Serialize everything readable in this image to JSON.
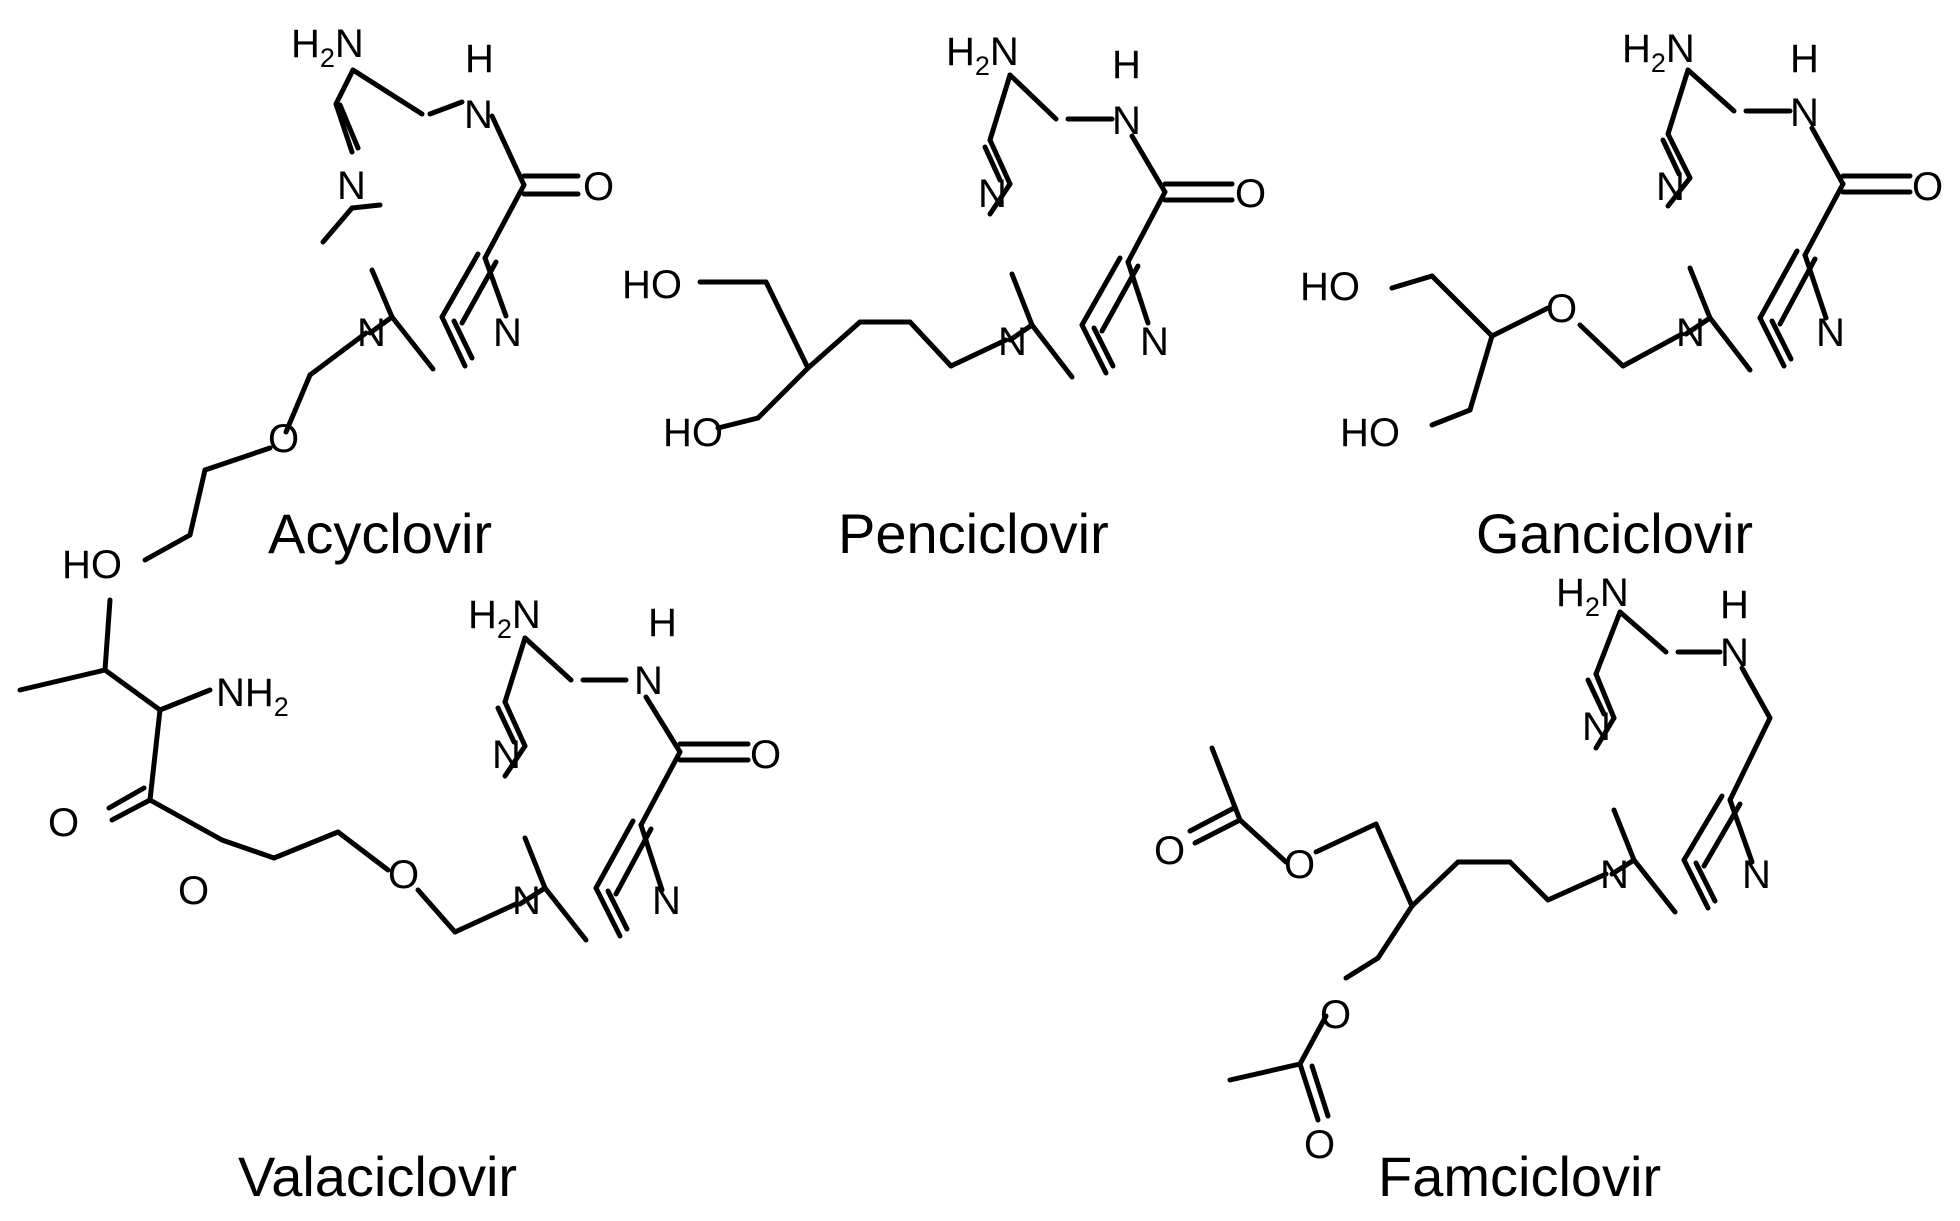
{
  "molecules": [
    {
      "id": "acyclovir",
      "name": "Acyclovir"
    },
    {
      "id": "penciclovir",
      "name": "Penciclovir"
    },
    {
      "id": "ganciclovir",
      "name": "Ganciclovir"
    },
    {
      "id": "valaciclovir",
      "name": "Valaciclovir"
    },
    {
      "id": "famciclovir",
      "name": "Famciclovir"
    }
  ],
  "atoms": {
    "h2n": "H",
    "h2n_sub": "2",
    "h2n_n": "N",
    "nh2": "NH",
    "nh2_sub": "2",
    "h": "H",
    "n": "N",
    "o": "O",
    "ho": "HO"
  }
}
